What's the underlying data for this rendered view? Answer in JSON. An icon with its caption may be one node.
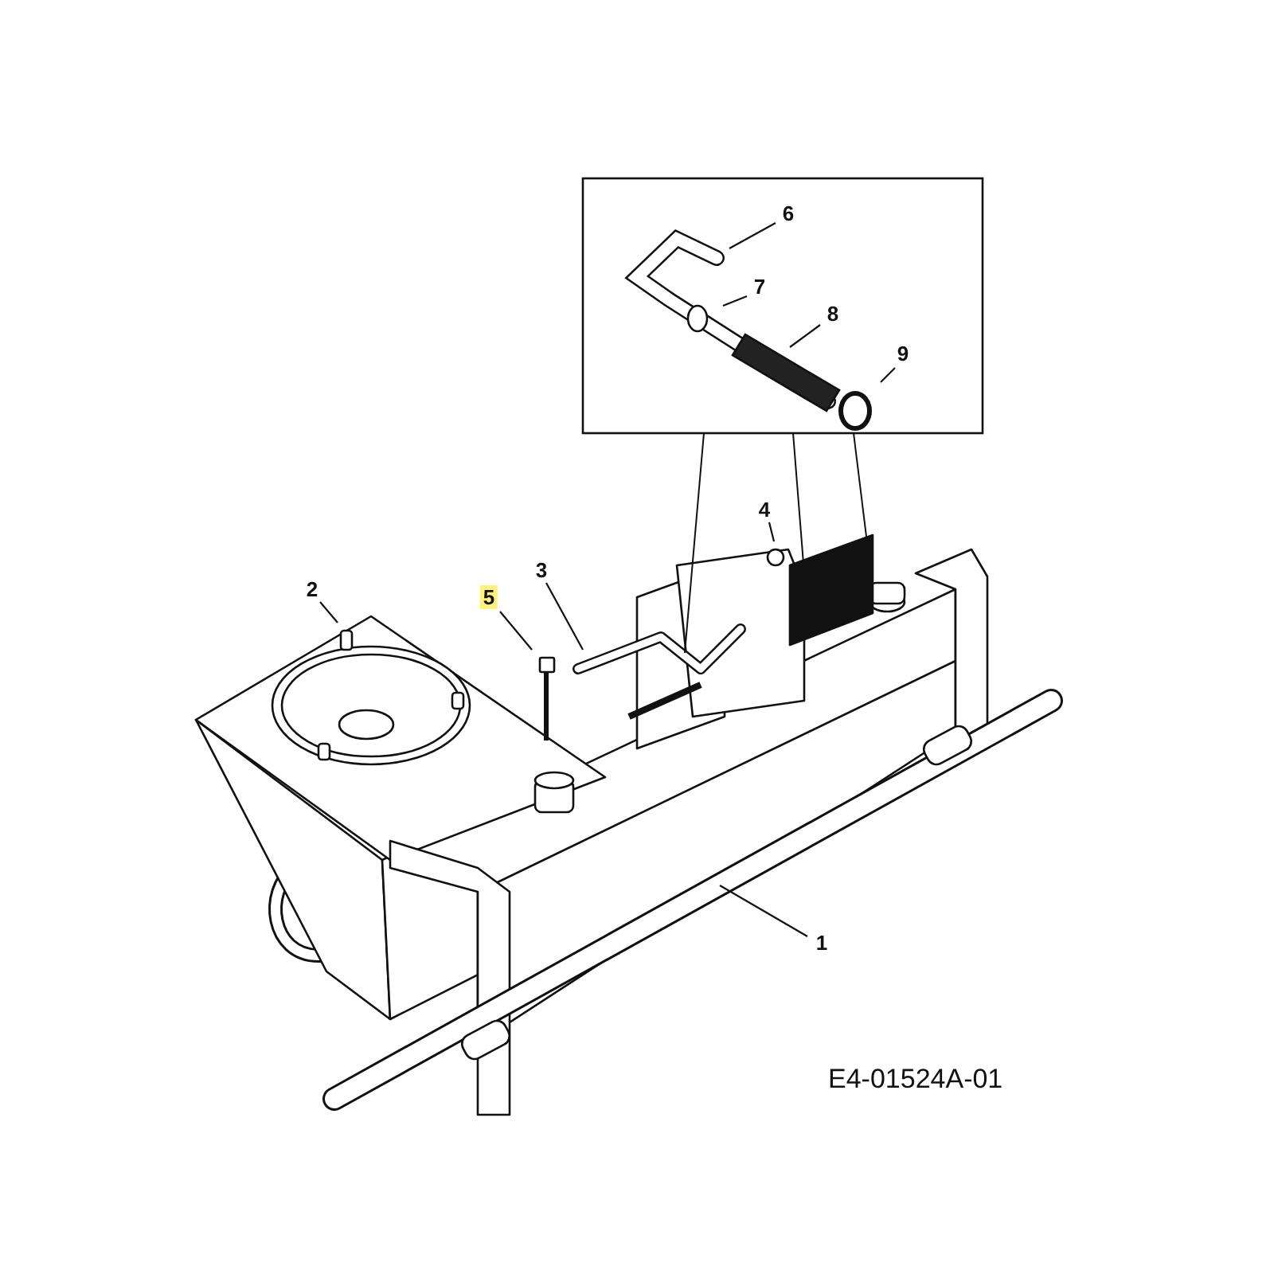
{
  "diagram": {
    "nodes": [
      {
        "text": [
          "6"
        ]
      },
      {
        "text": [
          "7"
        ]
      },
      {
        "text": [
          "8"
        ]
      },
      {
        "text": [
          "9"
        ]
      },
      {
        "text": [
          "4"
        ]
      },
      {
        "text": [
          "3"
        ]
      },
      {
        "text": [
          "2"
        ]
      },
      {
        "text": [
          "5"
        ]
      },
      {
        "text": [
          "1"
        ]
      }
    ],
    "edges": [
      {
        "from": 0,
        "to": null,
        "arrow": "none"
      },
      {
        "from": 1,
        "to": null,
        "arrow": "none"
      },
      {
        "from": 2,
        "to": null,
        "arrow": "none"
      },
      {
        "from": 3,
        "to": null,
        "arrow": "none"
      },
      {
        "from": 4,
        "to": null,
        "arrow": "none"
      },
      {
        "from": 5,
        "to": null,
        "arrow": "none"
      },
      {
        "from": 6,
        "to": null,
        "arrow": "none"
      },
      {
        "from": 7,
        "to": null,
        "arrow": "none"
      },
      {
        "from": 8,
        "to": null,
        "arrow": "none"
      }
    ],
    "labels": [
      "E4-01524A-01"
    ]
  }
}
